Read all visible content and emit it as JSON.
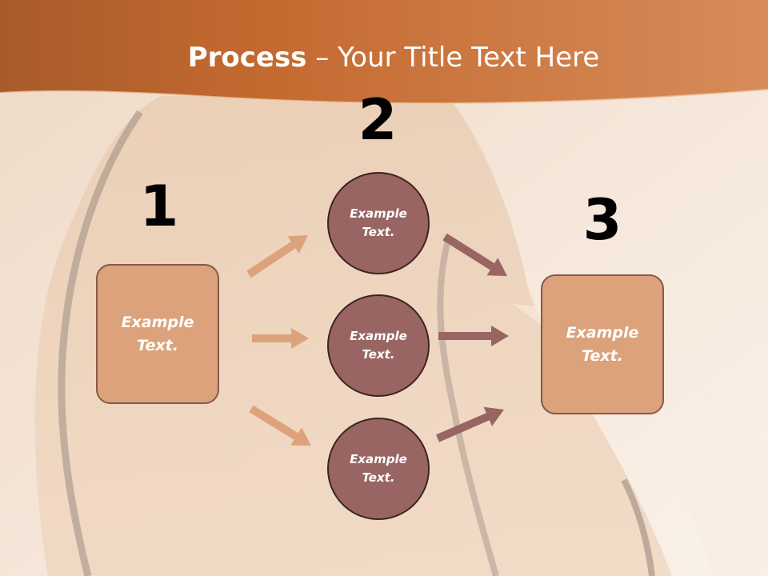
{
  "title": {
    "bold": "Process",
    "rest": " – Your Title Text Here"
  },
  "steps": {
    "one": "1",
    "two": "2",
    "three": "3"
  },
  "left_box": {
    "text": "Example\nText."
  },
  "circles": [
    {
      "text": "Example\nText."
    },
    {
      "text": "Example\nText."
    },
    {
      "text": "Example\nText."
    }
  ],
  "right_box": {
    "text": "Example\nText."
  },
  "colors": {
    "header": "#c8753d",
    "box_fill": "#dca27b",
    "circle_fill": "#996563",
    "arrow_left": "#dca27b",
    "arrow_right": "#996563"
  }
}
